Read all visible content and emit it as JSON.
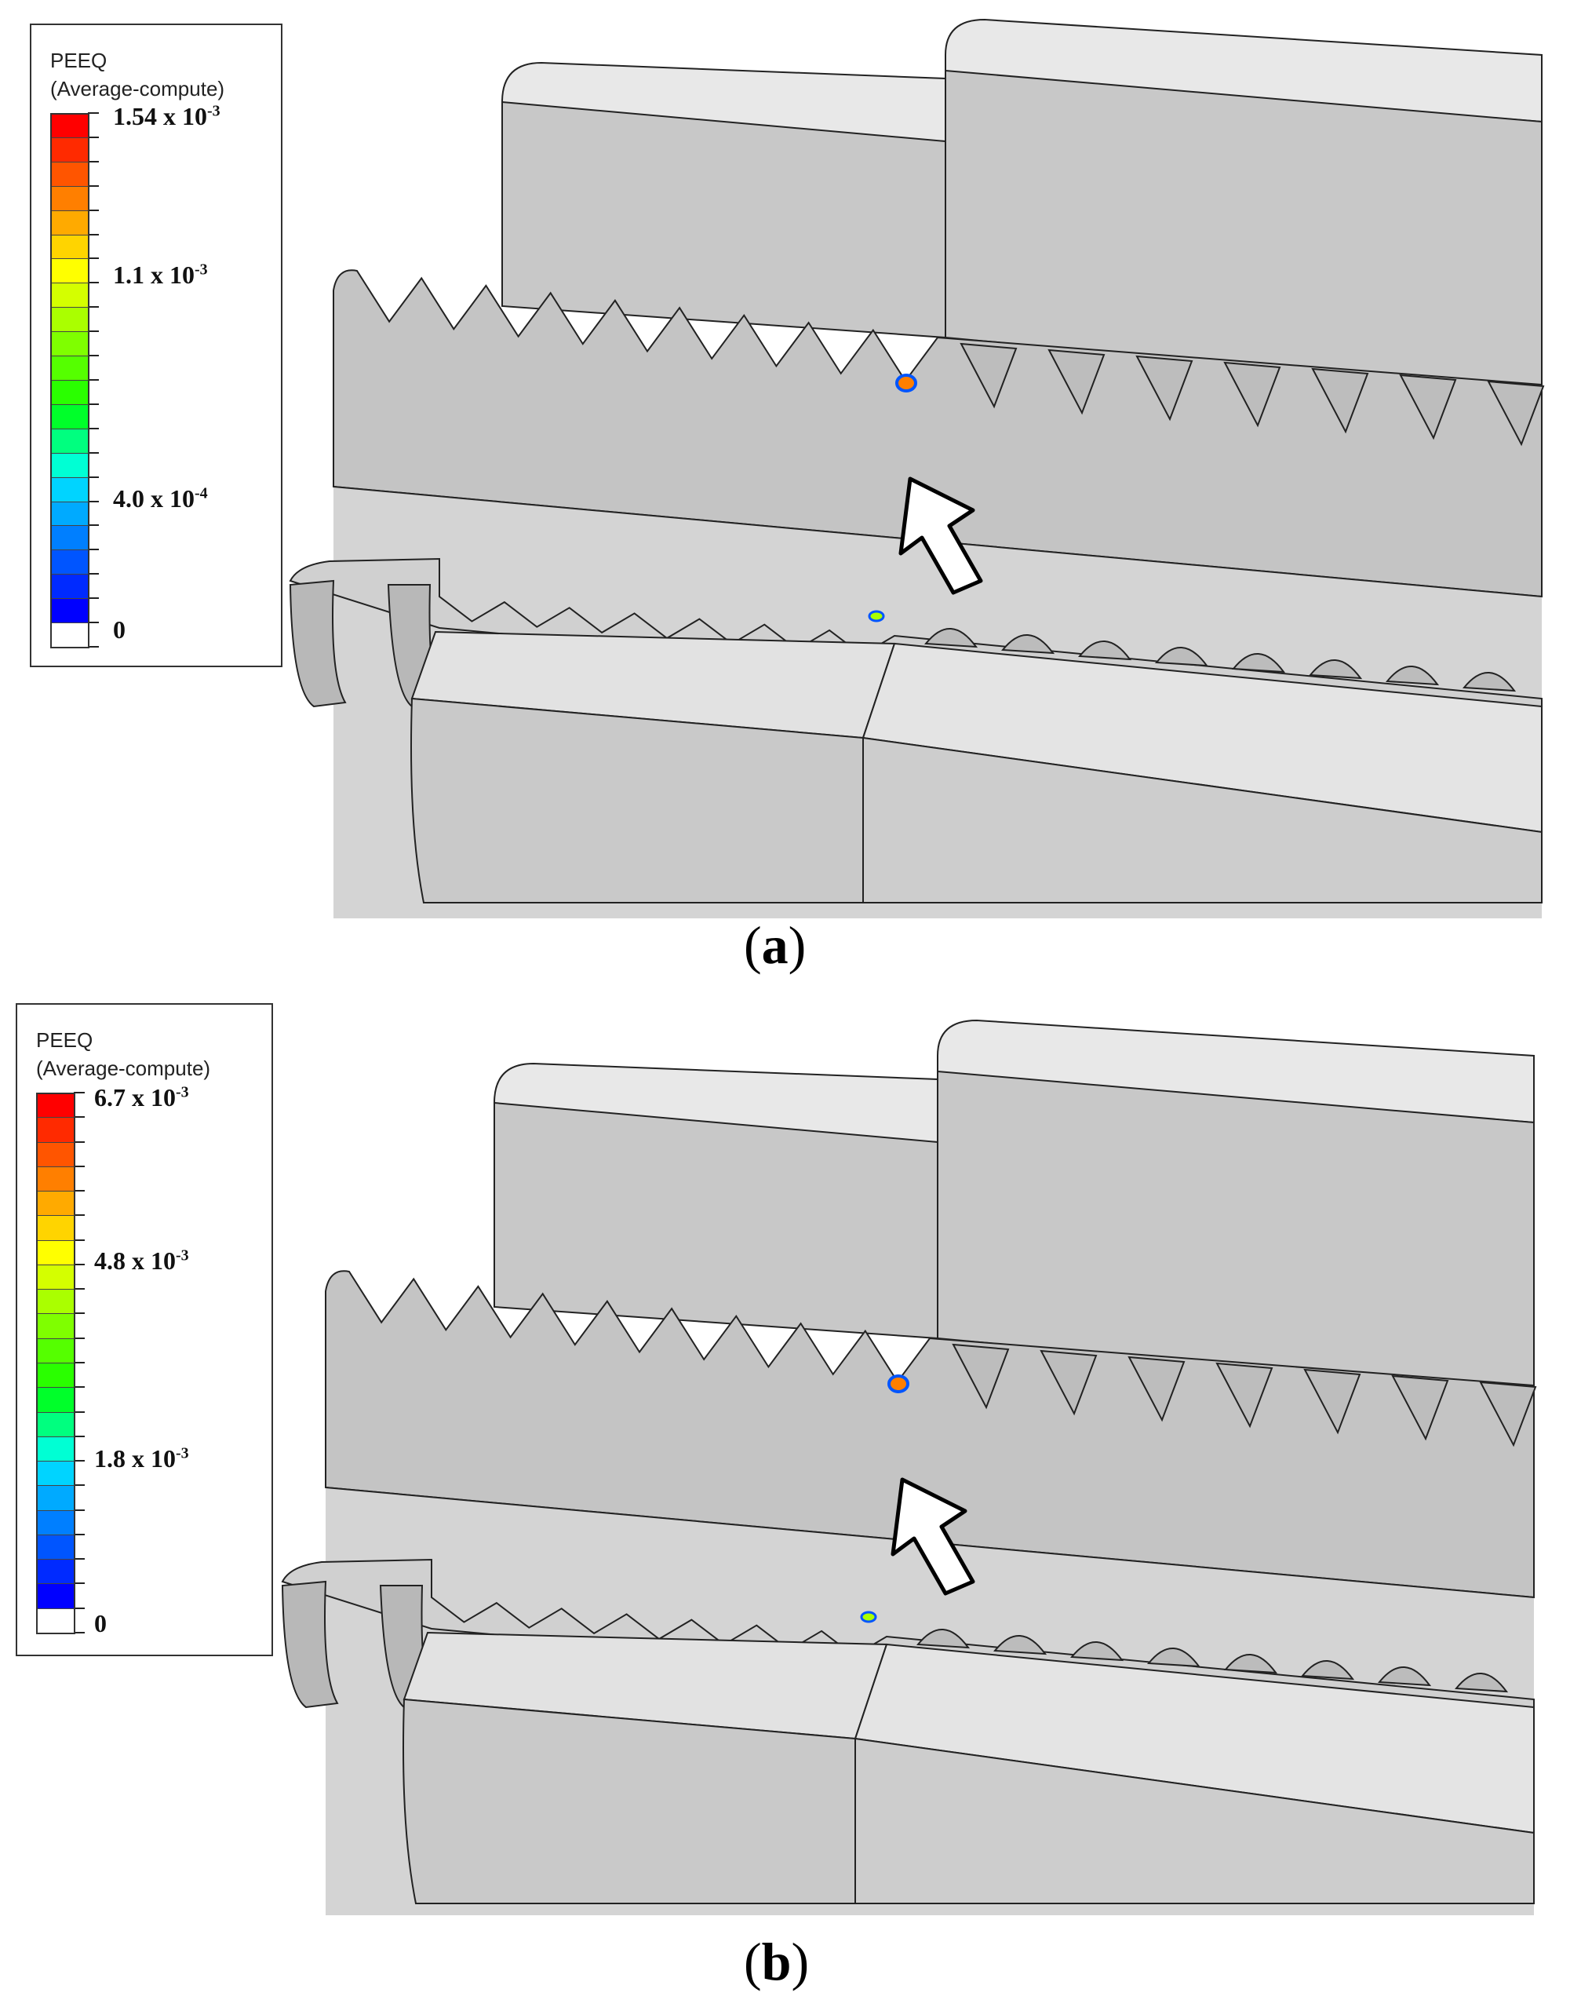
{
  "panels": [
    {
      "id": "a",
      "caption": "a",
      "legend": {
        "title_line1": "PEEQ",
        "title_line2": "(Average-compute)",
        "labels": [
          {
            "mant": "1.54 x 10",
            "exp": "-3"
          },
          {
            "mant": "1.1 x 10",
            "exp": "-3"
          },
          {
            "mant": "4.0 x 10",
            "exp": "-4"
          },
          {
            "mant": "0",
            "exp": ""
          }
        ]
      }
    },
    {
      "id": "b",
      "caption": "b",
      "legend": {
        "title_line1": "PEEQ",
        "title_line2": "(Average-compute)",
        "labels": [
          {
            "mant": "6.7 x 10",
            "exp": "-3"
          },
          {
            "mant": "4.8 x 10",
            "exp": "-3"
          },
          {
            "mant": "1.8 x 10",
            "exp": "-3"
          },
          {
            "mant": "0",
            "exp": ""
          }
        ]
      }
    }
  ],
  "colors": {
    "scale": [
      "#ff0000",
      "#ff2a00",
      "#ff5500",
      "#ff7f00",
      "#ffaa00",
      "#ffd400",
      "#ffff00",
      "#d4ff00",
      "#aaff00",
      "#7fff00",
      "#55ff00",
      "#2aff00",
      "#00ff2a",
      "#00ff7f",
      "#00ffd4",
      "#00d4ff",
      "#00aaff",
      "#007fff",
      "#0055ff",
      "#002aff",
      "#0000ff",
      "#ffffff"
    ],
    "steel_light": "#dedede",
    "steel_mid": "#c8c8c8",
    "steel_dark": "#b4b4b4",
    "edge": "#222222"
  }
}
